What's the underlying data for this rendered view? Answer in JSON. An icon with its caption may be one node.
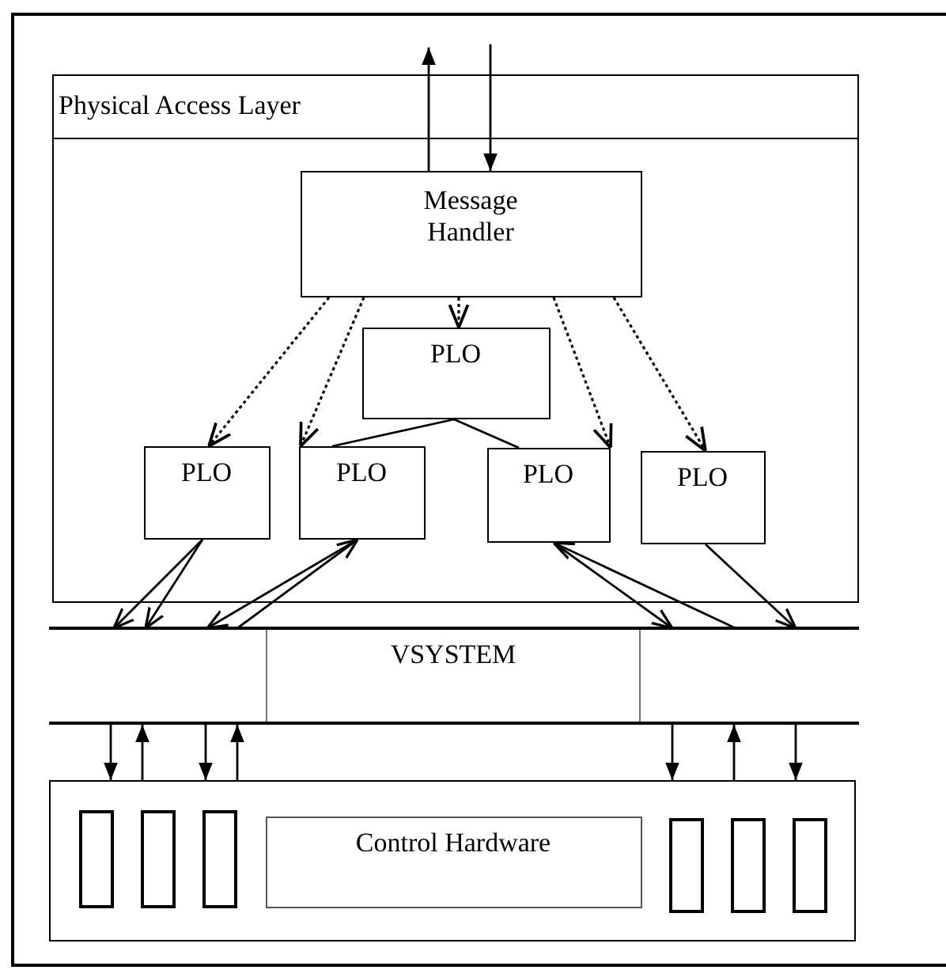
{
  "diagram": {
    "nodes": [
      {
        "text": [
          "Physical Access Layer"
        ]
      },
      {
        "text": [
          "Message Handler"
        ],
        "in": 0
      },
      {
        "text": [
          "PLO"
        ],
        "in": 0
      },
      {
        "text": [
          "PLO"
        ],
        "in": 0
      },
      {
        "text": [
          "PLO"
        ],
        "in": 0
      },
      {
        "text": [
          "PLO"
        ],
        "in": 0
      },
      {
        "text": [
          "PLO"
        ],
        "in": 0
      },
      {
        "text": [
          "VSYSTEM"
        ]
      },
      {
        "text": [],
        "shape": "box"
      },
      {
        "text": [],
        "shape": "bar",
        "in": 8
      },
      {
        "text": [],
        "shape": "bar",
        "in": 8
      },
      {
        "text": [],
        "shape": "bar",
        "in": 8
      },
      {
        "text": [
          "Control Hardware"
        ],
        "in": 8
      },
      {
        "text": [],
        "shape": "bar",
        "in": 8
      },
      {
        "text": [],
        "shape": "bar",
        "in": 8
      },
      {
        "text": [],
        "shape": "bar",
        "in": 8
      }
    ],
    "edges": [
      {
        "from": 1,
        "to": null,
        "arrow": "to"
      },
      {
        "from": null,
        "to": 1,
        "arrow": "to"
      },
      {
        "from": 1,
        "to": 3,
        "arrow": "to",
        "style": "dashed"
      },
      {
        "from": 1,
        "to": 4,
        "arrow": "to",
        "style": "dashed"
      },
      {
        "from": 1,
        "to": 2,
        "arrow": "to",
        "style": "dashed"
      },
      {
        "from": 1,
        "to": 5,
        "arrow": "to",
        "style": "dashed"
      },
      {
        "from": 1,
        "to": 6,
        "arrow": "to",
        "style": "dashed"
      },
      {
        "from": 2,
        "to": 4,
        "arrow": "none"
      },
      {
        "from": 2,
        "to": 5,
        "arrow": "none"
      },
      {
        "from": 3,
        "to": 7,
        "arrow": "to"
      },
      {
        "from": 3,
        "to": 7,
        "arrow": "to"
      },
      {
        "from": 4,
        "to": 7,
        "arrow": "to"
      },
      {
        "from": 7,
        "to": 4,
        "arrow": "to"
      },
      {
        "from": 7,
        "to": 5,
        "arrow": "to"
      },
      {
        "from": 5,
        "to": 7,
        "arrow": "to"
      },
      {
        "from": 6,
        "to": 7,
        "arrow": "to"
      },
      {
        "from": 7,
        "to": 8,
        "arrow": "to"
      },
      {
        "from": 8,
        "to": 7,
        "arrow": "to"
      },
      {
        "from": 7,
        "to": 8,
        "arrow": "to"
      },
      {
        "from": 8,
        "to": 7,
        "arrow": "to"
      },
      {
        "from": 7,
        "to": 8,
        "arrow": "to"
      },
      {
        "from": 8,
        "to": 7,
        "arrow": "to"
      },
      {
        "from": 7,
        "to": 8,
        "arrow": "to"
      }
    ]
  }
}
